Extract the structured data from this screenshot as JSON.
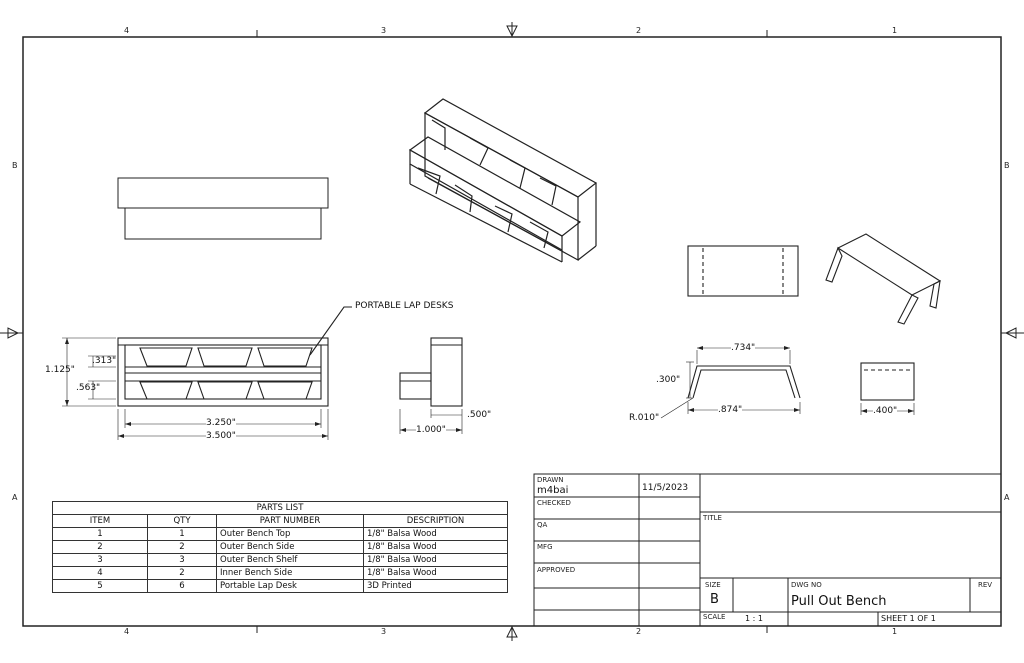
{
  "sheet": {
    "zones_top": [
      "4",
      "3",
      "2",
      "1"
    ],
    "zones_bottom": [
      "4",
      "3",
      "2",
      "1"
    ],
    "zones_side": [
      "B",
      "A"
    ]
  },
  "annotations": {
    "callout": "PORTABLE LAP DESKS",
    "dim_height_total": "1.125\"",
    "dim_upper": ".313\"",
    "dim_lower": ".563\"",
    "dim_inner_width": "3.250\"",
    "dim_outer_width": "3.500\"",
    "dim_side_depth": "1.000\"",
    "dim_side_step": ".500\"",
    "dim_desk_top": ".734\"",
    "dim_desk_height": ".300\"",
    "dim_desk_bottom": ".874\"",
    "dim_desk_radius": "R.010\"",
    "dim_desk_side": ".400\""
  },
  "parts_list": {
    "title": "PARTS LIST",
    "headers": [
      "ITEM",
      "QTY",
      "PART NUMBER",
      "DESCRIPTION"
    ],
    "rows": [
      [
        "1",
        "1",
        "Outer Bench Top",
        "1/8\" Balsa Wood"
      ],
      [
        "2",
        "2",
        "Outer Bench Side",
        "1/8\" Balsa Wood"
      ],
      [
        "3",
        "3",
        "Outer Bench Shelf",
        "1/8\" Balsa Wood"
      ],
      [
        "4",
        "2",
        "Inner Bench Side",
        "1/8\" Balsa Wood"
      ],
      [
        "5",
        "6",
        "Portable Lap Desk",
        "3D Printed"
      ]
    ]
  },
  "title_block": {
    "drawn_label": "DRAWN",
    "drawn_by": "m4bai",
    "drawn_date": "11/5/2023",
    "checked_label": "CHECKED",
    "qa_label": "QA",
    "mfg_label": "MFG",
    "approved_label": "APPROVED",
    "title_label": "TITLE",
    "size_label": "SIZE",
    "size_value": "B",
    "dwg_no_label": "DWG NO",
    "dwg_no_value": "Pull Out Bench",
    "rev_label": "REV",
    "scale_label": "SCALE",
    "scale_value": "1 : 1",
    "sheet_text": "SHEET 1  OF 1"
  }
}
